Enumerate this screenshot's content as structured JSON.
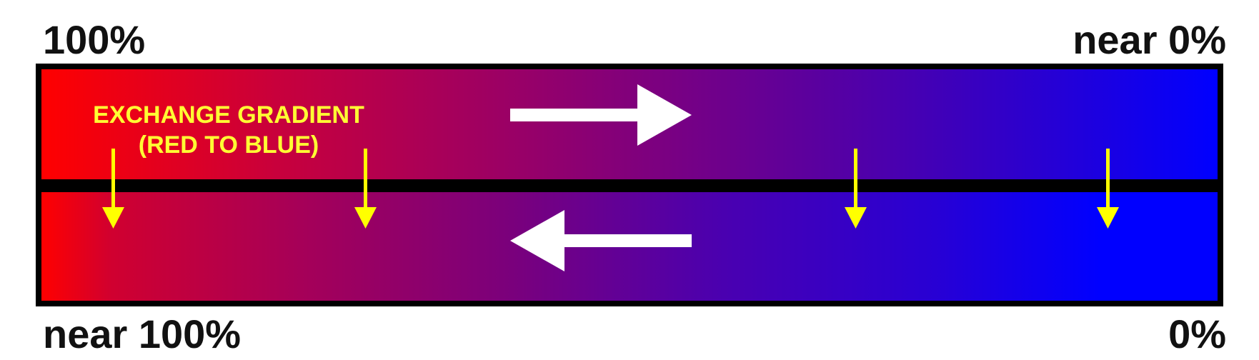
{
  "labels": {
    "top_left": "100%",
    "top_right": "near 0%",
    "bottom_left": "near 100%",
    "bottom_right": "0%"
  },
  "caption": {
    "line1": "EXCHANGE GRADIENT",
    "line2": "(RED TO BLUE)"
  },
  "colors": {
    "gradient_start": "#ff0000",
    "gradient_end": "#0000ff",
    "divider": "#000000",
    "caption": "#ffff33",
    "flow_arrows": "#ffffff",
    "exchange_arrows": "#ffff00"
  },
  "flow": {
    "top_direction": "left-to-right",
    "bottom_direction": "right-to-left"
  },
  "exchange_arrow_count": 4
}
